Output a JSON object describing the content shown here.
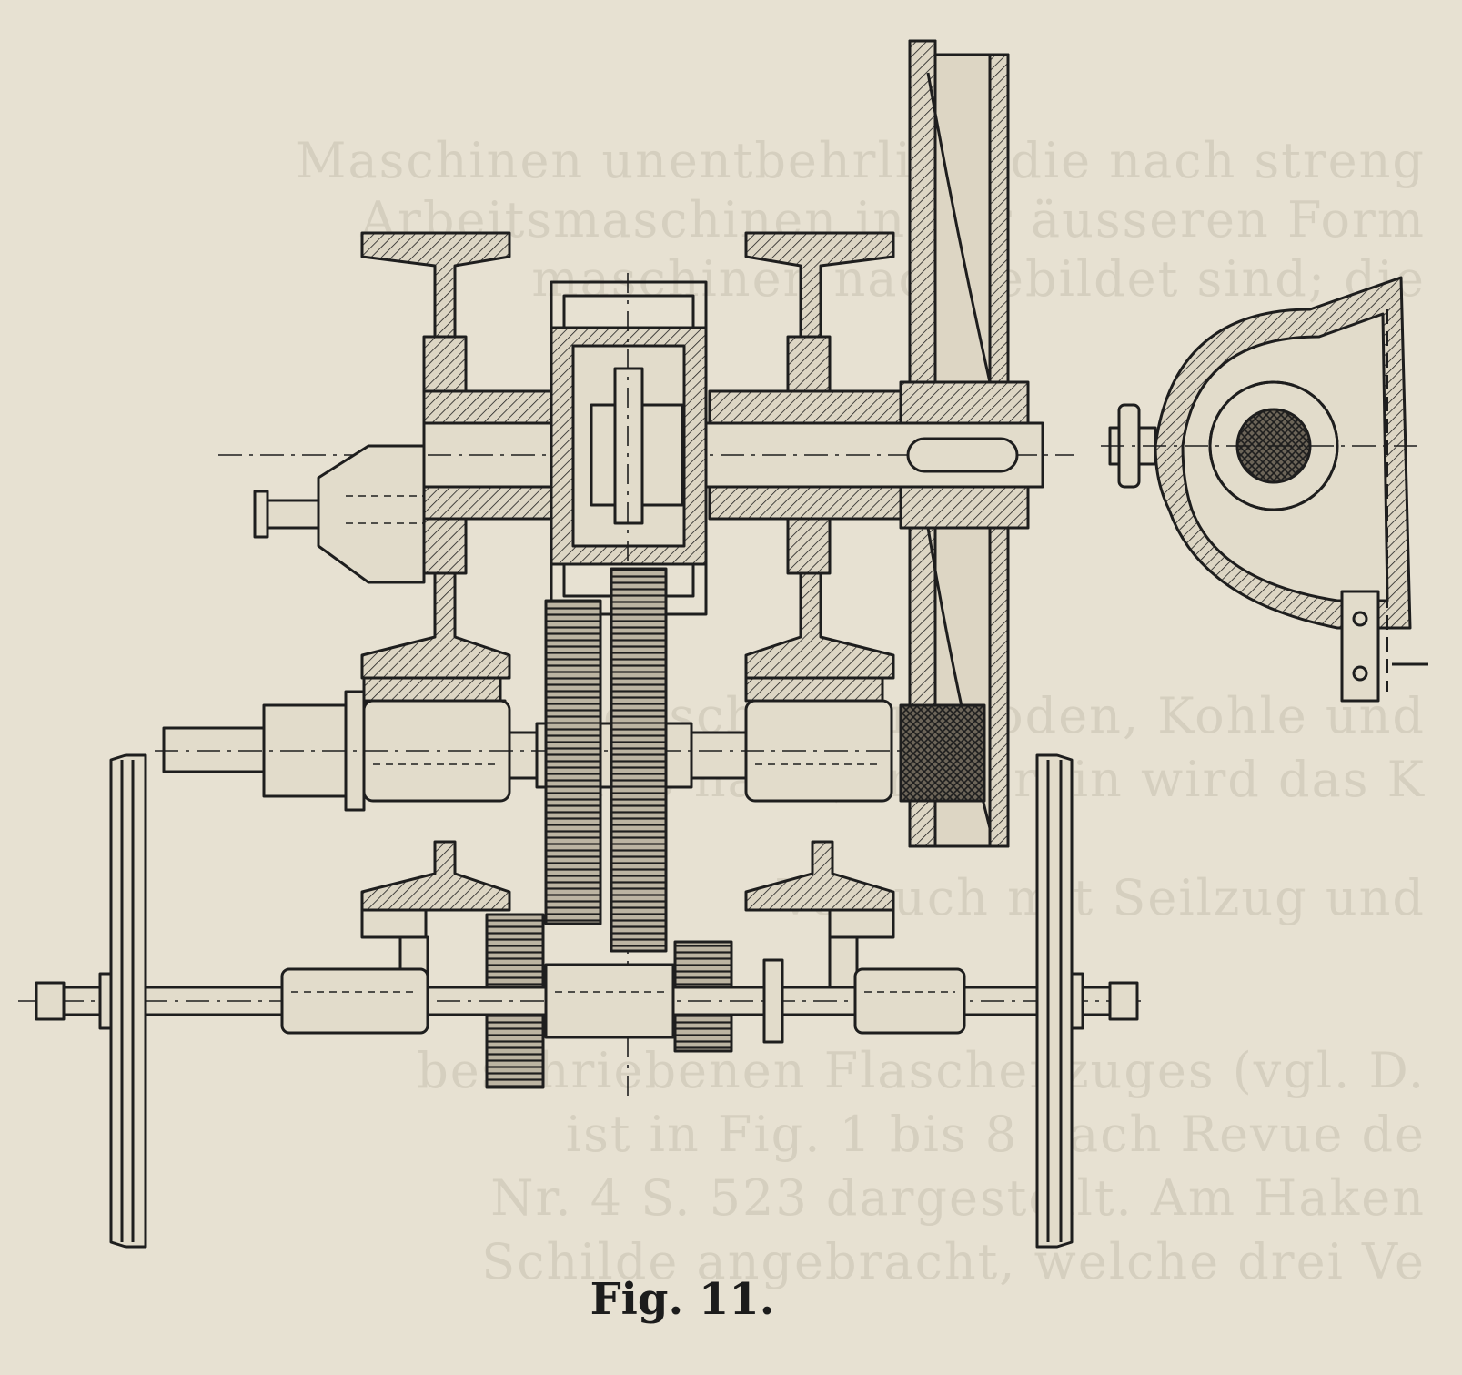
{
  "page": {
    "caption": "Fig. 11.",
    "bleed_through_lines": [
      "Maschinen unentbehrlich, die nach streng",
      "Arbeitsmaschinen in der äusseren Form",
      "maschinen nachgebildet sind; die",
      "bei schwerem Boden, Kohle und",
      "Erde hatte; immerhin wird das K",
      "Versuch mit Seilzug und",
      "beschriebenen Flaschenzuges (vgl. D.",
      "ist in Fig. 1 bis 8 nach Revue de",
      "Nr. 4 S. 523 dargestellt. Am Haken",
      "Schilde angebracht, welche drei Ve"
    ]
  },
  "colors": {
    "paper": "#e7e1d2",
    "ink": "#1e1e1e",
    "ghost_text": "#d3ccbc"
  }
}
